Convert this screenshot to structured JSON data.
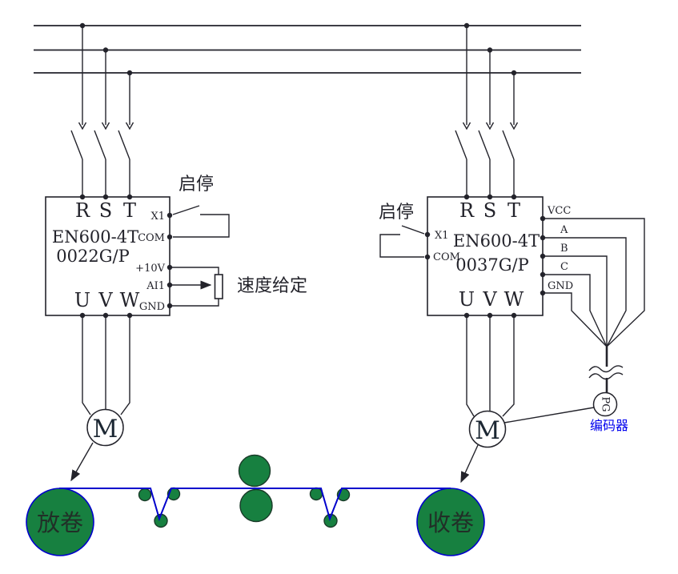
{
  "colors": {
    "line_dark": "#23232b",
    "roller_green": "#178040",
    "web_blue": "#0000cc",
    "roller_outline_blue": "#0000cc",
    "encoder_caption_blue": "#0000ee",
    "background": "#ffffff"
  },
  "left_inverter": {
    "model_line1": "EN600-4T",
    "model_line2": "0022G/P",
    "input_terminals": [
      "R",
      "S",
      "T"
    ],
    "output_terminals": [
      "U",
      "V",
      "W"
    ],
    "control_terminals": [
      "X1",
      "COM",
      "+10V",
      "AI1",
      "GND"
    ],
    "switch_label": "启停",
    "speed_reference_label": "速度给定"
  },
  "right_inverter": {
    "model_line1": "EN600-4T",
    "model_line2": "0037G/P",
    "input_terminals": [
      "R",
      "S",
      "T"
    ],
    "output_terminals": [
      "U",
      "V",
      "W"
    ],
    "left_terminals": [
      "X1",
      "COM"
    ],
    "encoder_terminals": [
      "VCC",
      "A",
      "B",
      "C",
      "GND"
    ],
    "switch_label": "启停"
  },
  "motors": {
    "left_label": "M",
    "right_label": "M"
  },
  "encoder": {
    "symbol_label": "PG",
    "caption": "编码器"
  },
  "rollers": {
    "unwind_label": "放卷",
    "rewind_label": "收卷"
  }
}
